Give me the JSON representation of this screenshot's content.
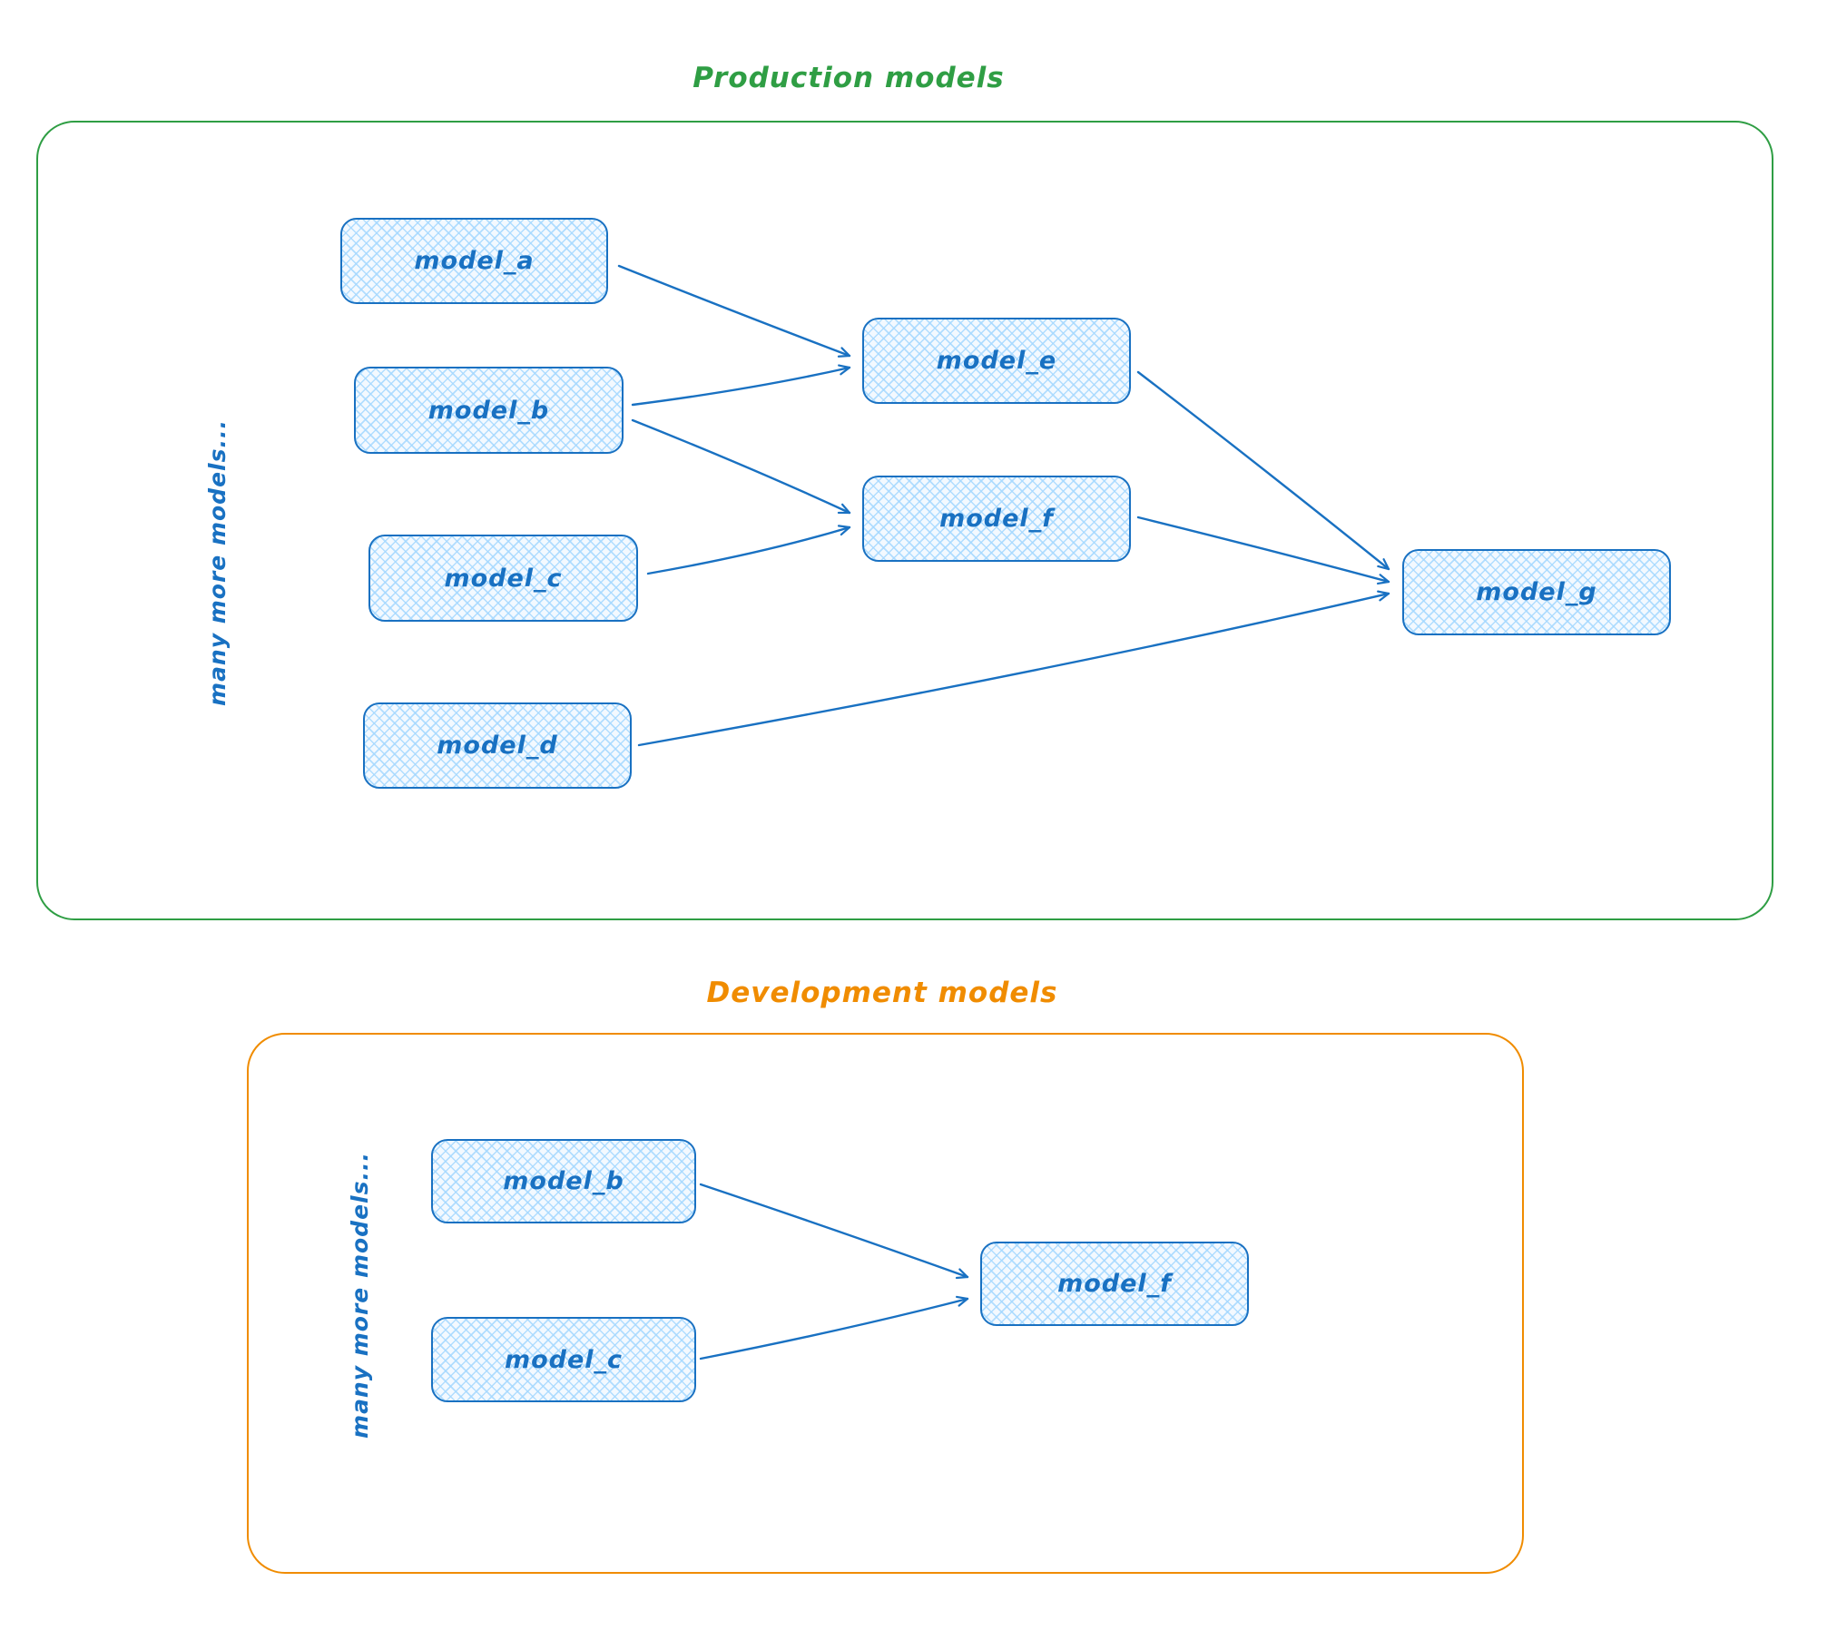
{
  "diagram": {
    "kind": "model-lineage-diagram",
    "colors": {
      "node_stroke": "#1971c2",
      "node_fill": "#a5d8ff",
      "production_accent": "#2f9e44",
      "development_accent": "#f08c00"
    },
    "production": {
      "title": "Production models",
      "side_note": "many more models...",
      "nodes": [
        {
          "id": "model_a",
          "label": "model_a"
        },
        {
          "id": "model_b",
          "label": "model_b"
        },
        {
          "id": "model_c",
          "label": "model_c"
        },
        {
          "id": "model_d",
          "label": "model_d"
        },
        {
          "id": "model_e",
          "label": "model_e"
        },
        {
          "id": "model_f",
          "label": "model_f"
        },
        {
          "id": "model_g",
          "label": "model_g"
        }
      ],
      "edges": [
        {
          "from": "model_a",
          "to": "model_e"
        },
        {
          "from": "model_b",
          "to": "model_e"
        },
        {
          "from": "model_b",
          "to": "model_f"
        },
        {
          "from": "model_c",
          "to": "model_f"
        },
        {
          "from": "model_d",
          "to": "model_g"
        },
        {
          "from": "model_e",
          "to": "model_g"
        },
        {
          "from": "model_f",
          "to": "model_g"
        }
      ]
    },
    "development": {
      "title": "Development models",
      "side_note": "many more models...",
      "nodes": [
        {
          "id": "model_b",
          "label": "model_b"
        },
        {
          "id": "model_c",
          "label": "model_c"
        },
        {
          "id": "model_f",
          "label": "model_f"
        }
      ],
      "edges": [
        {
          "from": "model_b",
          "to": "model_f"
        },
        {
          "from": "model_c",
          "to": "model_f"
        }
      ]
    }
  }
}
